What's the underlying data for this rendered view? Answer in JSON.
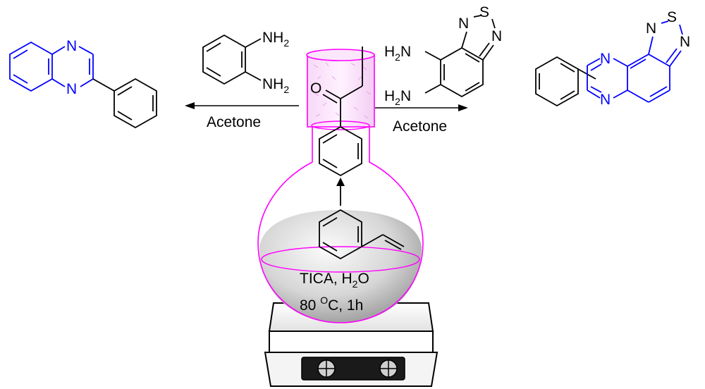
{
  "atoms": {
    "n": "N",
    "s": "S",
    "o": "O",
    "h": "H",
    "h2": "2"
  },
  "conditions": {
    "left_solvent": "Acetone",
    "right_solvent": "Acetone",
    "flask_line1_prefix": "TICA, H",
    "flask_line1_sub": "2",
    "flask_line1_suffix": "O",
    "flask_line2_prefix": "80 ",
    "flask_line2_sup": "O",
    "flask_line2_suffix": "C, 1h"
  },
  "colors": {
    "product_structure": "#0000ff",
    "reagent_structure": "#000000",
    "flask_outline": "#ff00ff",
    "liquid_light": "#f2f2f2",
    "liquid_dark": "#9c9c9c",
    "hotplate": "#ffffff"
  }
}
